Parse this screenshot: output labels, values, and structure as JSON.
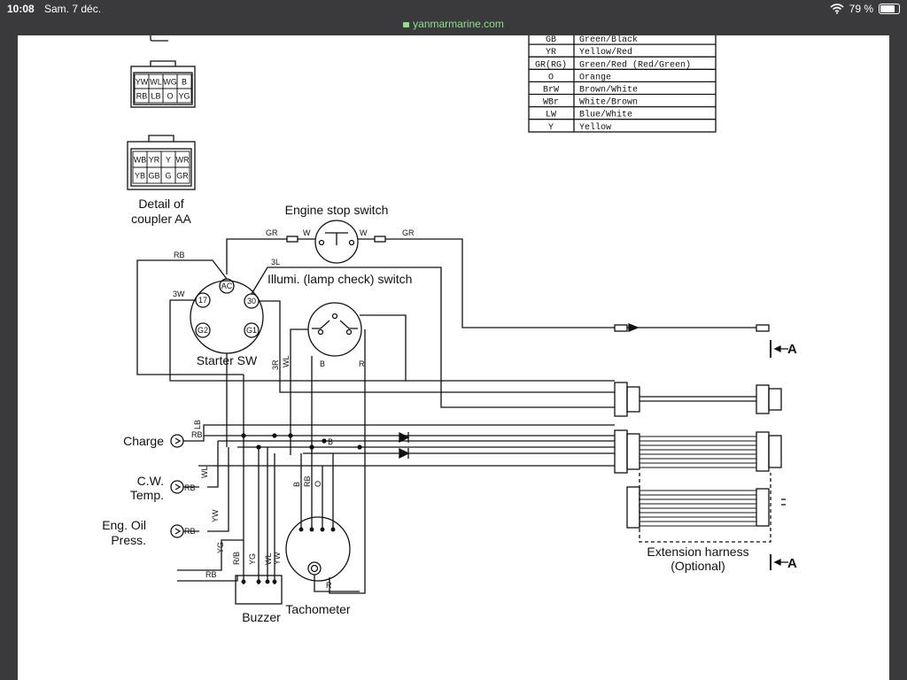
{
  "status_bar": {
    "time": "10:08",
    "date": "Sam. 7 déc.",
    "url": "yanmarmarine.com",
    "battery": "79 %",
    "battery_level": 0.79
  },
  "color_code_table": [
    {
      "code": "GB",
      "name": "Green/Black"
    },
    {
      "code": "YR",
      "name": "Yellow/Red"
    },
    {
      "code": "GR(RG)",
      "name": "Green/Red (Red/Green)"
    },
    {
      "code": "O",
      "name": "Orange"
    },
    {
      "code": "BrW",
      "name": "Brown/White"
    },
    {
      "code": "WBr",
      "name": "White/Brown"
    },
    {
      "code": "LW",
      "name": "Blue/White"
    },
    {
      "code": "Y",
      "name": "Yellow"
    }
  ],
  "coupler_top": [
    "YW",
    "WL",
    "WG",
    "B",
    "RB",
    "LB",
    "O",
    "YG"
  ],
  "coupler_aa": [
    "WB",
    "YR",
    "Y",
    "WR",
    "YB",
    "GB",
    "G",
    "GR"
  ],
  "labels": {
    "coupler_caption_1": "Detail of",
    "coupler_caption_2": "coupler AA",
    "engine_stop_switch": "Engine stop switch",
    "illumi_switch": "Illumi. (lamp check) switch",
    "starter_sw": "Starter SW",
    "charge": "Charge",
    "cw_temp_1": "C.W.",
    "cw_temp_2": "Temp.",
    "eng_oil_1": "Eng. Oil",
    "eng_oil_2": "Press.",
    "buzzer": "Buzzer",
    "tachometer": "Tachometer",
    "extension_1": "Extension harness",
    "extension_2": "(Optional)",
    "marker_a": "A"
  },
  "terminals": {
    "ac": "AC",
    "t17": "17",
    "t30": "30",
    "g2": "G2",
    "g1": "G1"
  },
  "wire_labels": {
    "gr": "GR",
    "w": "W",
    "rb": "RB",
    "w3": "3W",
    "l3": "3L",
    "r3": "3R",
    "wl": "WL",
    "b": "B",
    "r": "R",
    "lb": "LB",
    "yw": "YW",
    "yg": "YG",
    "rslashb": "R/B",
    "o": "O"
  }
}
